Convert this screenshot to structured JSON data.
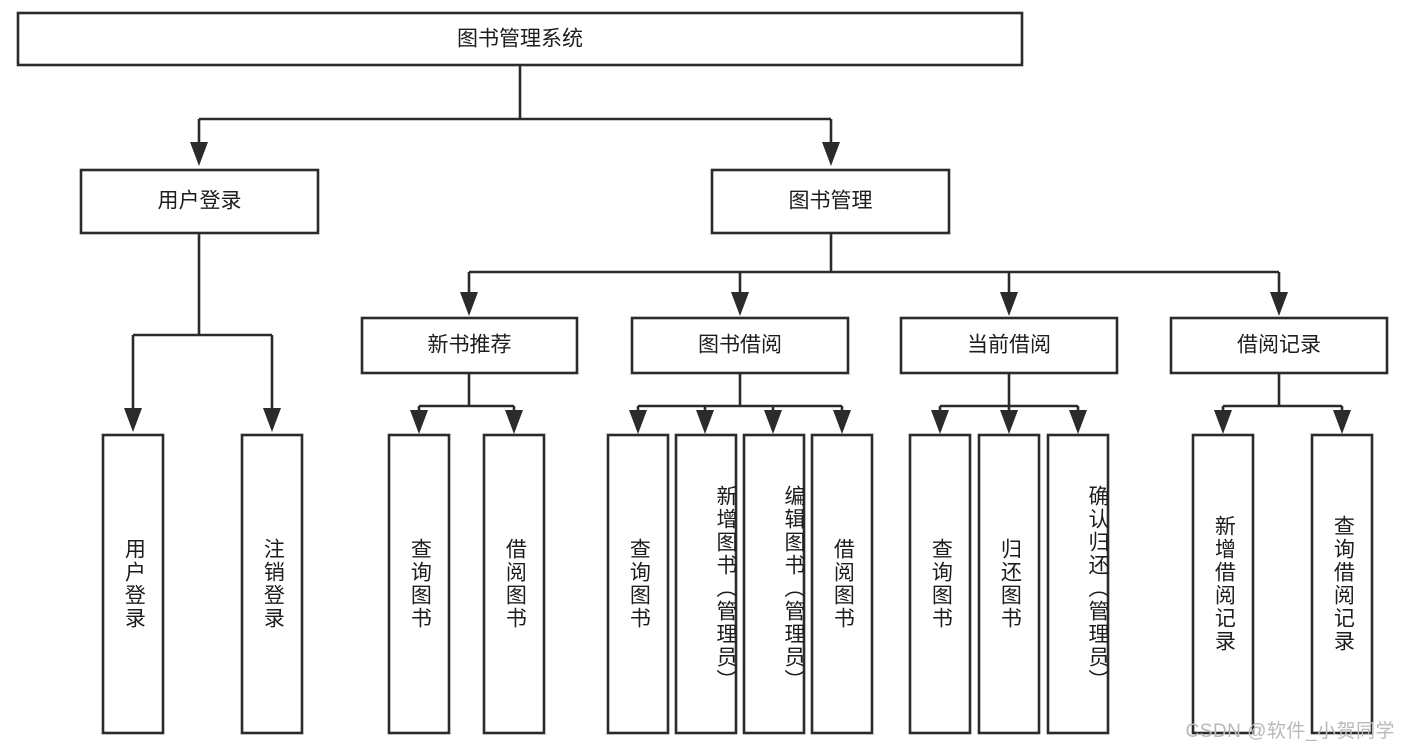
{
  "diagram": {
    "type": "tree-hierarchy",
    "title": "图书管理系统",
    "watermark": "CSDN @软件_小贺同学",
    "colors": {
      "box_fill": "#ffffff",
      "box_stroke": "#2b2b2b",
      "connector": "#2b2b2b",
      "text": "#1d1d1d",
      "watermark": "#b9b9b9",
      "background": "#ffffff"
    },
    "root": {
      "label": "图书管理系统"
    },
    "level2": [
      {
        "label": "用户登录"
      },
      {
        "label": "图书管理"
      }
    ],
    "level3": [
      {
        "label": "新书推荐"
      },
      {
        "label": "图书借阅"
      },
      {
        "label": "当前借阅"
      },
      {
        "label": "借阅记录"
      }
    ],
    "leaves": {
      "user_login": [
        {
          "label": "用户登录"
        },
        {
          "label": "注销登录"
        }
      ],
      "new_book_recommend": [
        {
          "label": "查询图书"
        },
        {
          "label": "借阅图书"
        }
      ],
      "book_borrow": [
        {
          "label": "查询图书"
        },
        {
          "label": "新增图书（管理员）"
        },
        {
          "label": "编辑图书（管理员）"
        },
        {
          "label": "借阅图书"
        }
      ],
      "current_borrow": [
        {
          "label": "查询图书"
        },
        {
          "label": "归还图书"
        },
        {
          "label": "确认归还（管理员）"
        }
      ],
      "borrow_record": [
        {
          "label": "新增借阅记录"
        },
        {
          "label": "查询借阅记录"
        }
      ]
    }
  }
}
